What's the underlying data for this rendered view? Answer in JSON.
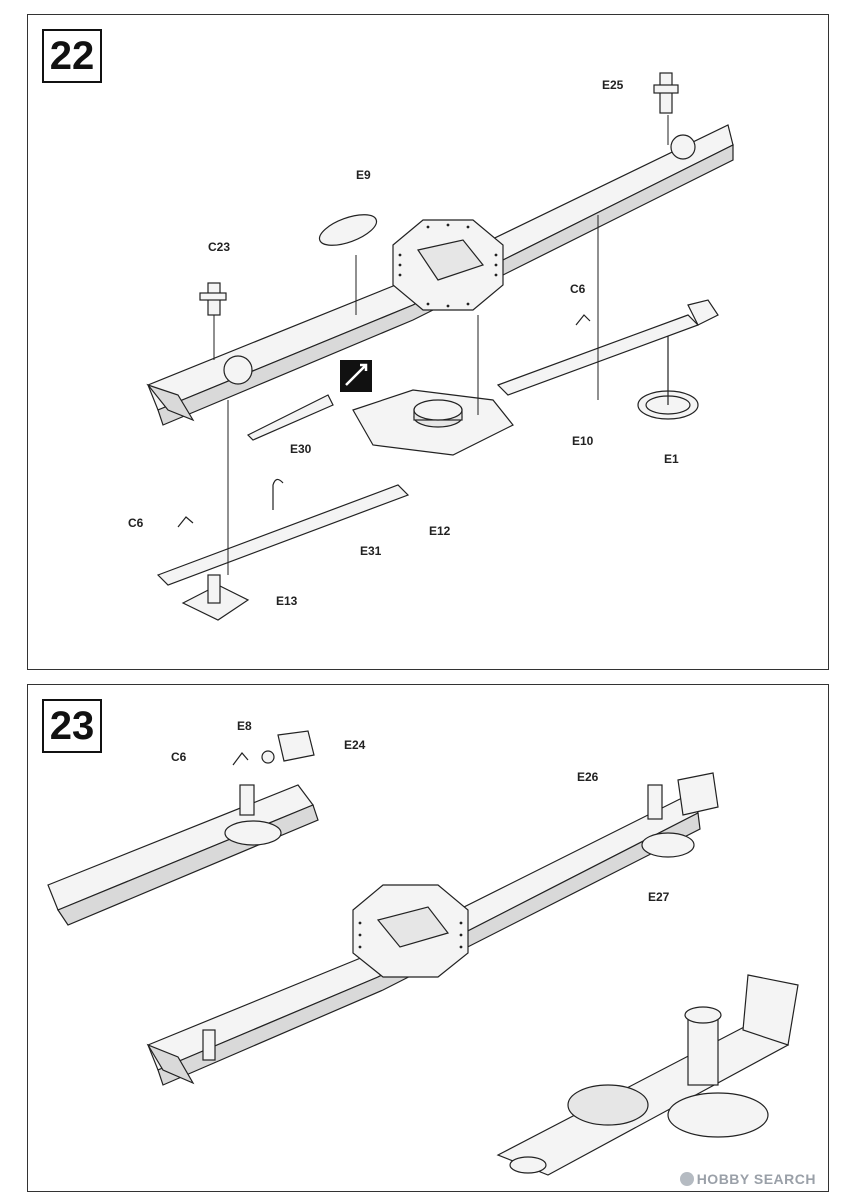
{
  "steps": [
    {
      "number": "22",
      "labels": {
        "e25": "E25",
        "e9": "E9",
        "c23": "C23",
        "c6a": "C6",
        "e10": "E10",
        "e1": "E1",
        "e12": "E12",
        "e30": "E30",
        "c6b": "C6",
        "e31": "E31",
        "e13": "E13"
      }
    },
    {
      "number": "23",
      "labels": {
        "e8": "E8",
        "c6": "C6",
        "e24": "E24",
        "e26": "E26",
        "e27": "E27"
      }
    }
  ],
  "watermark": "HOBBY SEARCH",
  "colors": {
    "line": "#222222",
    "fill": "#f4f4f4",
    "shade": "#d9d9d9",
    "watermark": "#9aa0a8"
  }
}
